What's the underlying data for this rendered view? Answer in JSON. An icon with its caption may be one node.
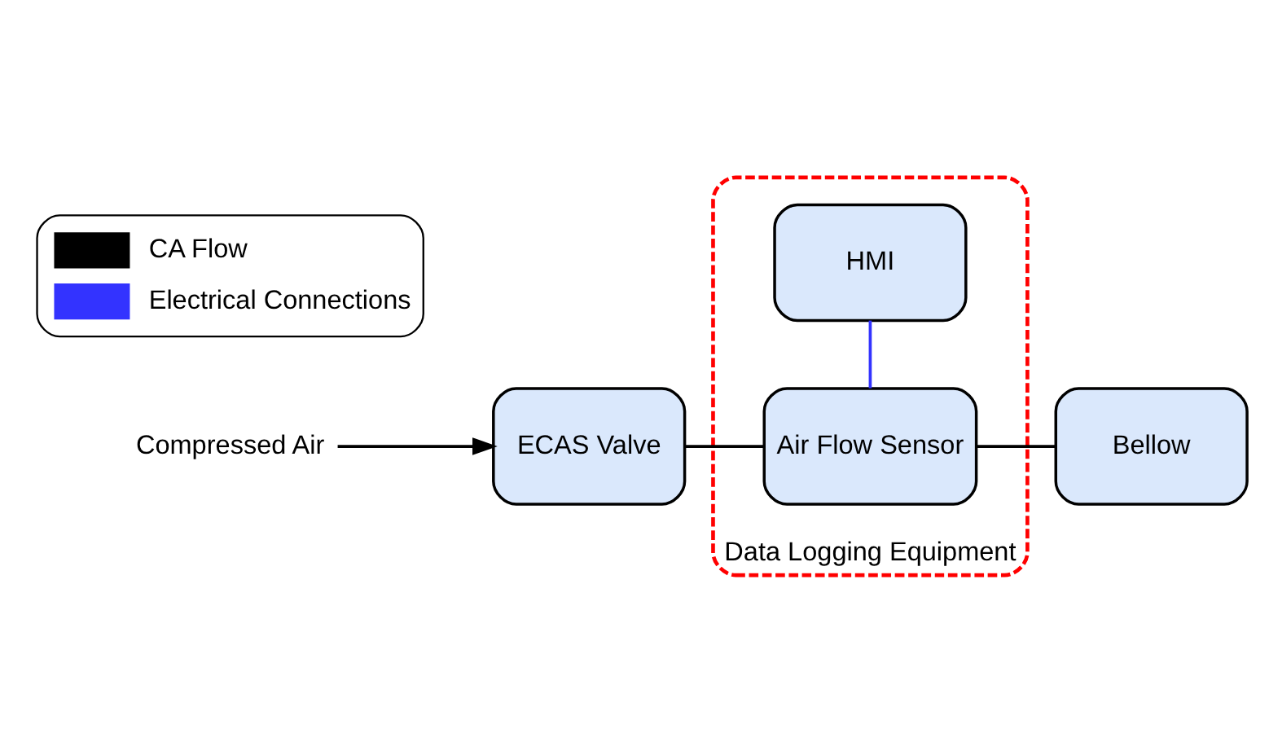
{
  "diagram": {
    "nodes": [
      {
        "text": [
          "Compressed Air"
        ]
      },
      {
        "text": [
          "ECAS Valve"
        ]
      },
      {
        "text": [
          "Data Logging Equipment"
        ]
      },
      {
        "text": [
          "Air Flow Sensor"
        ],
        "in": 2
      },
      {
        "text": [
          "HMI"
        ],
        "in": 2
      },
      {
        "text": [
          "Bellow"
        ]
      }
    ],
    "edges": [
      {
        "from": 0,
        "to": 1,
        "arrow": "to"
      },
      {
        "from": 1,
        "to": 3,
        "arrow": "none"
      },
      {
        "from": 3,
        "to": 5,
        "arrow": "none"
      },
      {
        "from": 3,
        "to": 4,
        "arrow": "none",
        "color": "#3333ff"
      }
    ],
    "legend": [
      {
        "text": "CA Flow"
      },
      {
        "text": "Electrical Connections"
      }
    ]
  }
}
